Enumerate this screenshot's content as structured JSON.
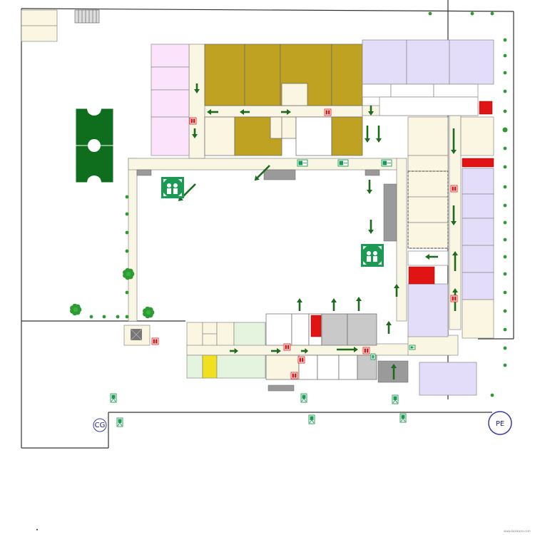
{
  "plan": {
    "meeting_point_label": "PE",
    "gate_label": "CG",
    "footer_text": "www.kozikaza.com",
    "marker_text": "•"
  },
  "colors": {
    "boundary": "#333333",
    "corridor": "#faf6e4",
    "beige_room": "#fbf6e1",
    "olive_room": "#bfa222",
    "pink_room": "#fbe4fb",
    "lavender_room": "#e3ddf9",
    "green_room": "#e4f4df",
    "gray_room": "#c9c9c9",
    "yellow_room": "#f0e020",
    "red_stair": "#e01414",
    "arrow_green": "#1e6a1e",
    "sign_green": "#1b9a54",
    "tree_green": "#2e9a32",
    "pitch_green": "#0f6d1e",
    "circle_blue": "#3a3aa8"
  },
  "icons": {
    "assembly_point": "assembly-point-icon",
    "emergency_exit": "emergency-exit-icon",
    "evacuation_arrow": "evacuation-arrow-icon",
    "fire_extinguisher": "fire-extinguisher-icon",
    "tree": "tree-icon",
    "staircase": "staircase-icon"
  }
}
